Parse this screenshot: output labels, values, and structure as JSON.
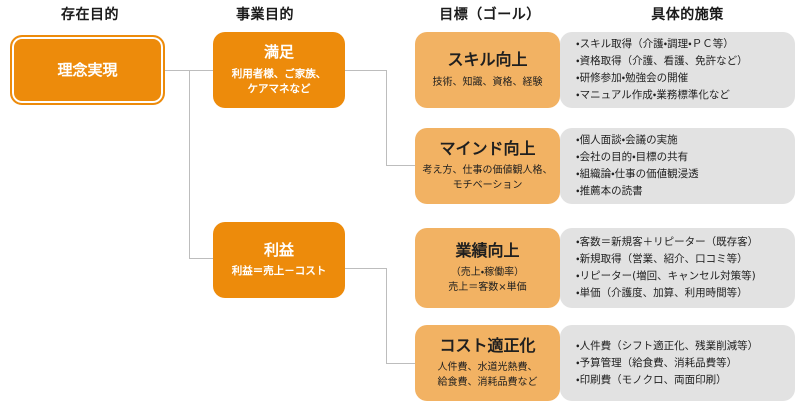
{
  "headers": [
    {
      "id": "purpose",
      "label": "存在目的"
    },
    {
      "id": "business",
      "label": "事業目的"
    },
    {
      "id": "goal",
      "label": "目標（ゴール）"
    },
    {
      "id": "measures",
      "label": "具体的施策"
    }
  ],
  "colors": {
    "orange": "#ED8B0B",
    "light_orange": "#F2B263",
    "panel_gray": "#E2E2E2",
    "line_gray": "#BDBDBD",
    "text_dark": "#1F1F1F",
    "text_light": "#FFFFFF"
  },
  "nodes": {
    "rinen": {
      "title": "理念実現",
      "sub": ""
    },
    "manzoku": {
      "title": "満足",
      "sub_line1": "利用者様、ご家族、",
      "sub_line2": "ケアマネなど"
    },
    "rieki": {
      "title": "利益",
      "sub_line1": "利益＝売上－コスト",
      "sub_line2": ""
    }
  },
  "goals": [
    {
      "id": "skill",
      "title": "スキル向上",
      "sub_line1": "技術、知識、資格、経験",
      "sub_line2": "",
      "sub_line3": ""
    },
    {
      "id": "mind",
      "title": "マインド向上",
      "sub_line1": "考え方、仕事の価値観人格、",
      "sub_line2": "モチベーション",
      "sub_line3": ""
    },
    {
      "id": "performance",
      "title": "業績向上",
      "sub_line1": "（売上・稼働率）",
      "sub_line2": "売上＝客数×単価",
      "sub_line3": ""
    },
    {
      "id": "cost",
      "title": "コスト適正化",
      "sub_line1": "人件費、水道光熱費、",
      "sub_line2": "給食費、消耗品費など",
      "sub_line3": ""
    }
  ],
  "measures": [
    {
      "id": "skill",
      "bullets": [
        "・スキル取得（介護・調理・ＰＣ等）",
        "・資格取得（介護、看護、免許など）",
        "・研修参加・勉強会の開催",
        "・マニュアル作成・業務標準化など"
      ]
    },
    {
      "id": "mind",
      "bullets": [
        "・個人面談・会議の実施",
        "・会社の目的・目標の共有",
        "・組織論・仕事の価値観浸透",
        "・推薦本の読書"
      ]
    },
    {
      "id": "performance",
      "bullets": [
        "・客数＝新規客＋リピーター（既存客）",
        "・新規取得（営業、紹介、口コミ等）",
        "・リピーター(増回、キャンセル対策等)",
        "・単価（介護度、加算、利用時間等）"
      ]
    },
    {
      "id": "cost",
      "bullets": [
        "・人件費（シフト適正化、残業削減等）",
        "・予算管理（給食費、消耗品費等）",
        "・印刷費（モノクロ、両面印刷）"
      ]
    }
  ]
}
